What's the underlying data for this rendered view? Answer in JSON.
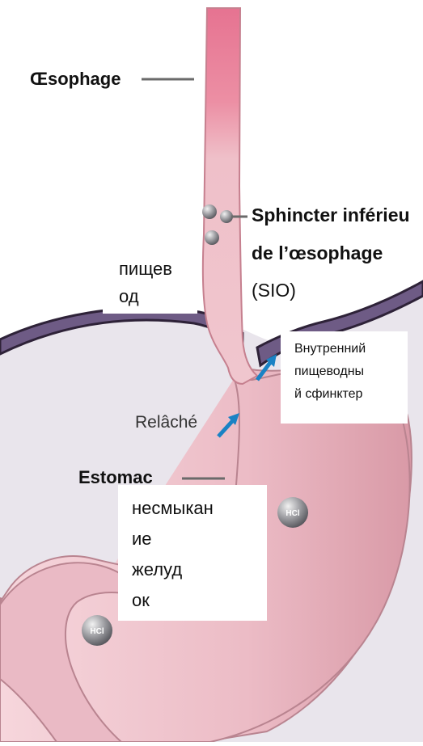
{
  "labels": {
    "esophagus": "Œsophage",
    "sphincter_line1": "Sphincter inférieu",
    "sphincter_line2": "de l’œsophage",
    "sphincter_abbr": "(SIO)",
    "relaxed": "Relâché",
    "stomach": "Estomac"
  },
  "overlays": {
    "esophagus_ru": "пищев\nод",
    "sphincter_ru": "Внутренний\nпищеводны\nй сфинктер",
    "stomach_ru": "несмыкан\nие\nжелуд\nок"
  },
  "hcl_label": "HCl",
  "colors": {
    "esophagus_upper": "#e8849c",
    "stomach_fill": "#eec3cc",
    "stomach_shade": "#d9949f",
    "diaphragm": "#6b5a82",
    "cavity": "#e7e3ea",
    "arrow": "#1a82c4",
    "leader_line": "#666666"
  }
}
